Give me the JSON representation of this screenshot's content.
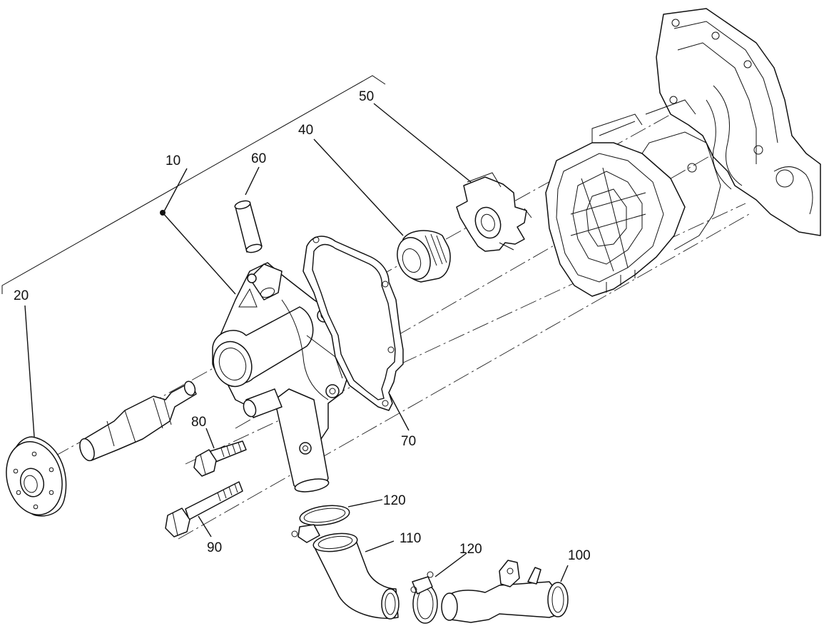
{
  "diagram": {
    "callouts": {
      "p10": "10",
      "p20": "20",
      "p40": "40",
      "p50": "50",
      "p60": "60",
      "p70": "70",
      "p80": "80",
      "p90": "90",
      "p100": "100",
      "p110": "110",
      "p120a": "120",
      "p120b": "120"
    }
  }
}
